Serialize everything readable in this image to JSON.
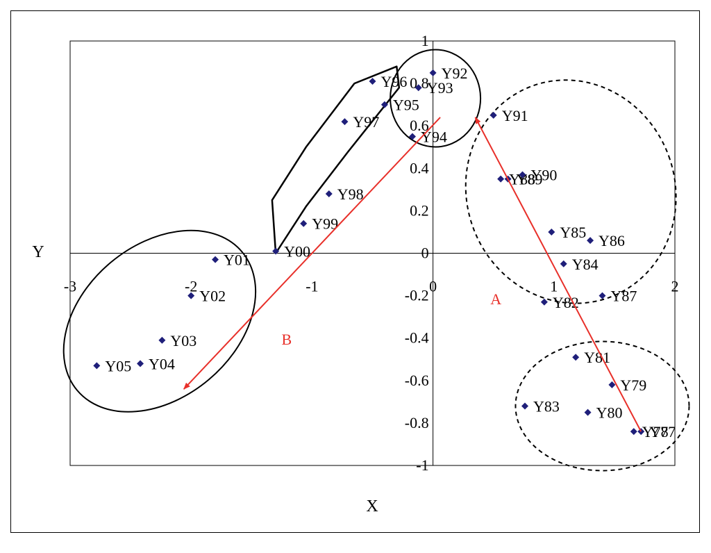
{
  "chart_data": {
    "type": "scatter",
    "title": "",
    "xlabel": "X",
    "ylabel": "Y",
    "xlim": [
      -3,
      2
    ],
    "ylim": [
      -1,
      1
    ],
    "grid": false,
    "x_ticks": [
      -3,
      -2,
      -1,
      0,
      1,
      2
    ],
    "y_ticks": [
      -1,
      -0.8,
      -0.6,
      -0.4,
      -0.2,
      0,
      0.2,
      0.4,
      0.6,
      0.8,
      1
    ],
    "marker_color": "#1f1f7a",
    "points": [
      {
        "label": "Y77",
        "x": 1.72,
        "y": -0.84
      },
      {
        "label": "Y78",
        "x": 1.66,
        "y": -0.84
      },
      {
        "label": "Y79",
        "x": 1.48,
        "y": -0.62
      },
      {
        "label": "Y80",
        "x": 1.28,
        "y": -0.75
      },
      {
        "label": "Y81",
        "x": 1.18,
        "y": -0.49
      },
      {
        "label": "Y82",
        "x": 0.92,
        "y": -0.23
      },
      {
        "label": "Y83",
        "x": 0.76,
        "y": -0.72
      },
      {
        "label": "Y84",
        "x": 1.08,
        "y": -0.05
      },
      {
        "label": "Y85",
        "x": 0.98,
        "y": 0.1
      },
      {
        "label": "Y86",
        "x": 1.3,
        "y": 0.06
      },
      {
        "label": "Y87",
        "x": 1.4,
        "y": -0.2
      },
      {
        "label": "Y88",
        "x": 0.56,
        "y": 0.35
      },
      {
        "label": "Y89",
        "x": 0.62,
        "y": 0.35
      },
      {
        "label": "Y90",
        "x": 0.74,
        "y": 0.37
      },
      {
        "label": "Y91",
        "x": 0.5,
        "y": 0.65
      },
      {
        "label": "Y92",
        "x": 0.0,
        "y": 0.85
      },
      {
        "label": "Y93",
        "x": -0.12,
        "y": 0.78
      },
      {
        "label": "Y94",
        "x": -0.17,
        "y": 0.55
      },
      {
        "label": "Y95",
        "x": -0.4,
        "y": 0.7
      },
      {
        "label": "Y96",
        "x": -0.5,
        "y": 0.81
      },
      {
        "label": "Y97",
        "x": -0.73,
        "y": 0.62
      },
      {
        "label": "Y98",
        "x": -0.86,
        "y": 0.28
      },
      {
        "label": "Y99",
        "x": -1.07,
        "y": 0.14
      },
      {
        "label": "Y00",
        "x": -1.3,
        "y": 0.01
      },
      {
        "label": "Y01",
        "x": -1.8,
        "y": -0.03
      },
      {
        "label": "Y02",
        "x": -2.0,
        "y": -0.2
      },
      {
        "label": "Y03",
        "x": -2.24,
        "y": -0.41
      },
      {
        "label": "Y04",
        "x": -2.42,
        "y": -0.52
      },
      {
        "label": "Y05",
        "x": -2.78,
        "y": -0.53
      }
    ],
    "annotations": [
      {
        "text": "A",
        "color": "#e8302a"
      },
      {
        "text": "B",
        "color": "#e8302a"
      }
    ]
  }
}
